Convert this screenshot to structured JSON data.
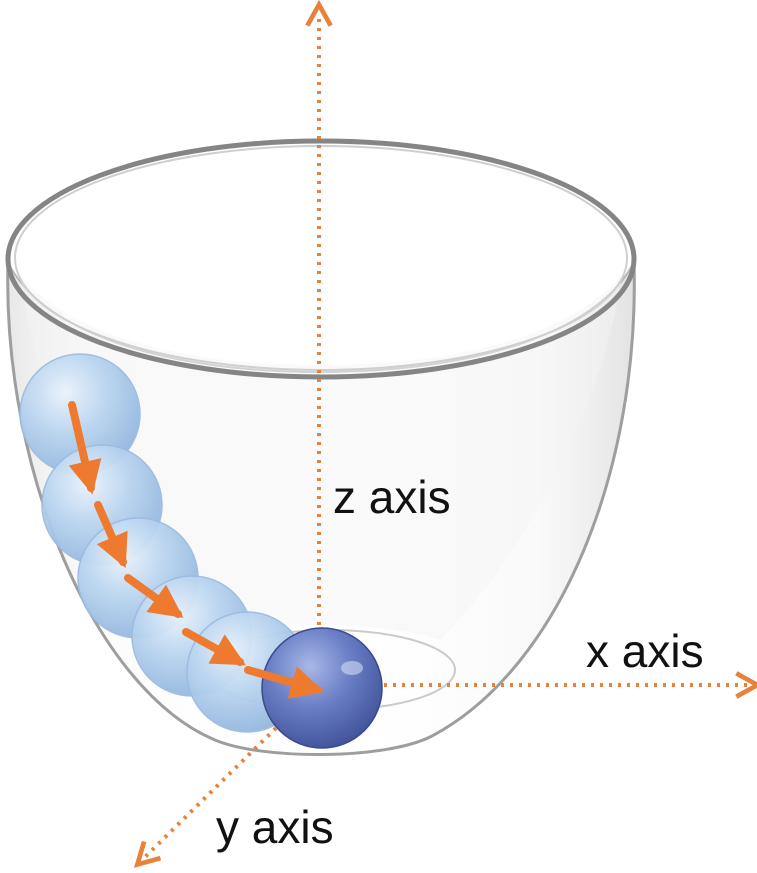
{
  "labels": {
    "z_axis": "z axis",
    "x_axis": "x axis",
    "y_axis": "y axis"
  },
  "colors": {
    "axis": "#E8823A",
    "arrow": "#EE7A30",
    "ball_light": "#A9C8EA",
    "ball_final": "#5B6FB5",
    "bowl_rim": "#8A8A8A"
  }
}
